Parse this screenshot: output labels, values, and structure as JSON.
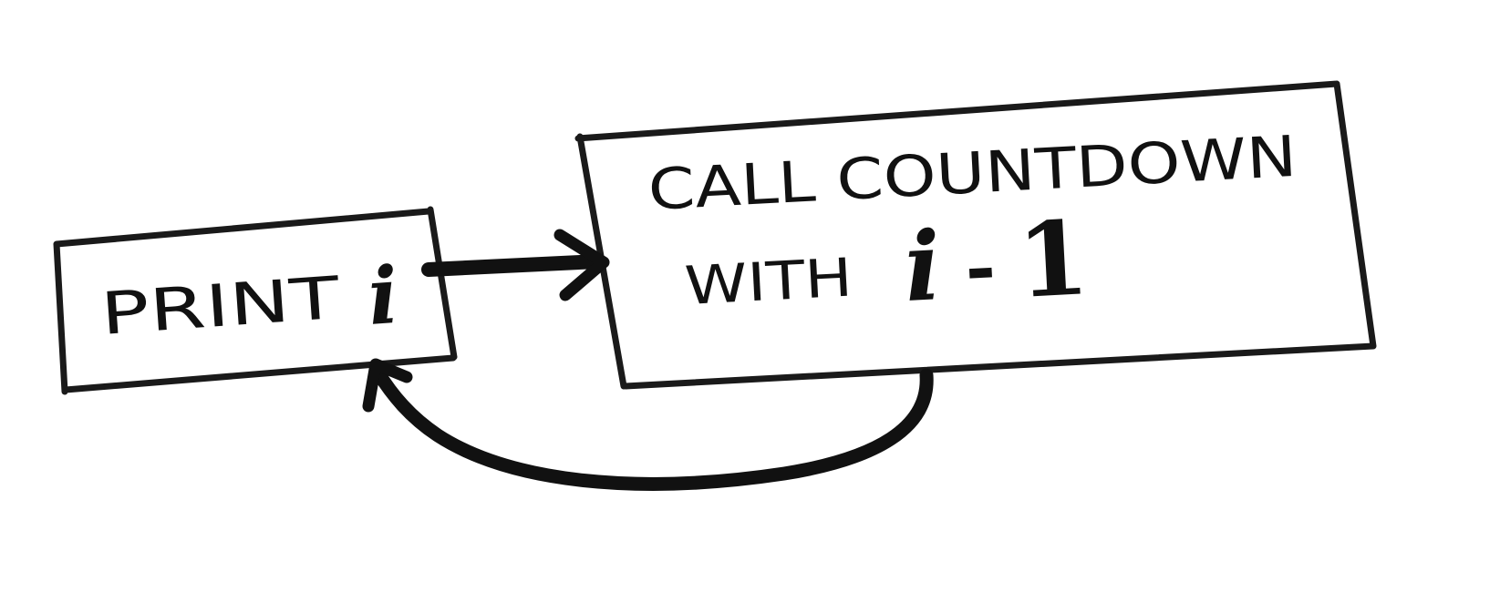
{
  "diagram": {
    "print_box": {
      "label": "PRINT",
      "variable": "i"
    },
    "call_box": {
      "line1": "CALL COUNTDOWN",
      "line2_prefix": "WITH",
      "line2_variable": "i",
      "line2_operator": "-",
      "line2_number": "1"
    },
    "colors": {
      "ink": "#111111",
      "background": "#ffffff"
    }
  }
}
